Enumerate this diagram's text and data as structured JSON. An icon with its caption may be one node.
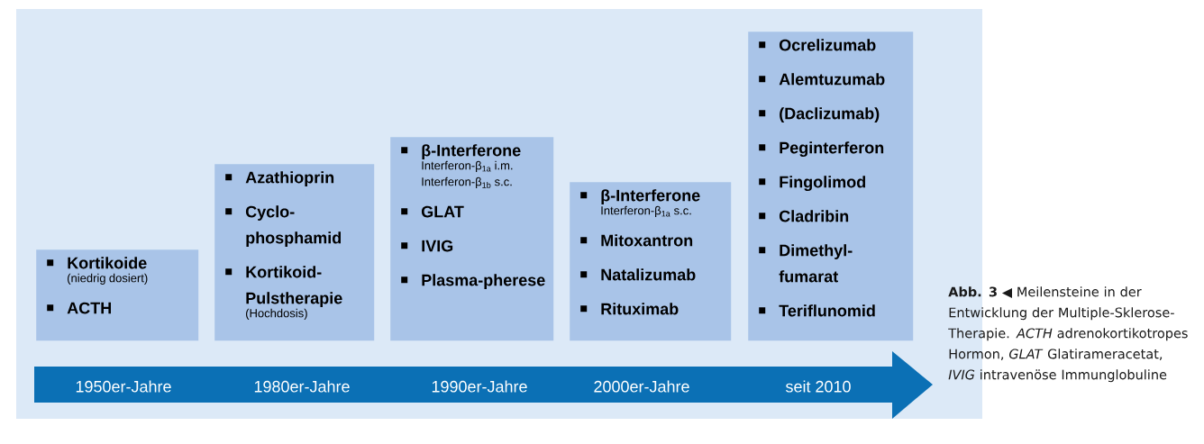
{
  "diagram": {
    "caption": "**Abb. 3** ◀ Meilensteine in der Entwicklung der Multiple-Sklerose-Therapie. *ACTH* adrenokortikotropes Hormon, *GLAT* Glatirameracetat, *IVIG* intravenöse Immunglobuline",
    "nodes": [
      {
        "text": [
          "Kortikoide",
          "(niedrig dosiert)",
          "ACTH"
        ]
      },
      {
        "text": [
          "Azathioprin",
          "Cyclo-phosphamid",
          "Kortikoid-Pulstherapie",
          "(Hochdosis)"
        ]
      },
      {
        "text": [
          "β-Interferone",
          "Interferon-β$_{1a}$ i.m.",
          "Interferon-β$_{1b}$ s.c.",
          "GLAT",
          "IVIG",
          "Plasma-pherese"
        ]
      },
      {
        "text": [
          "β-Interferone",
          "Interferon-β$_{1a}$ s.c.",
          "Mitoxantron",
          "Natalizumab",
          "Rituximab"
        ]
      },
      {
        "text": [
          "Ocrelizumab",
          "Alemtuzumab",
          "(Daclizumab)",
          "Peginterferon",
          "Fingolimod",
          "Cladribin",
          "Dimethyl-fumarat",
          "Teriflunomid"
        ]
      },
      {
        "text": [
          "1950er-Jahre",
          "1980er-Jahre",
          "1990er-Jahre",
          "2000er-Jahre",
          "seit 2010"
        ]
      }
    ]
  }
}
